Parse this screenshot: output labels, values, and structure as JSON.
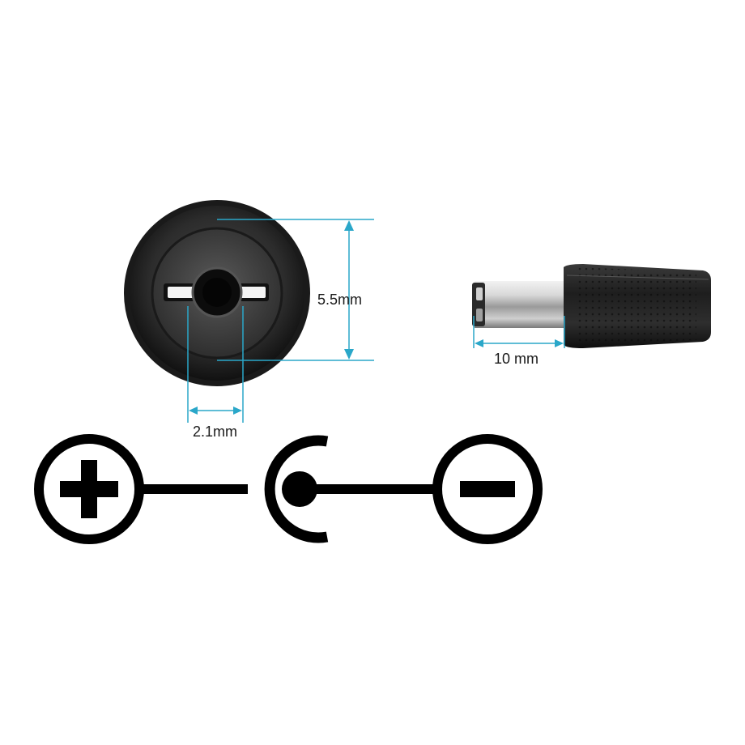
{
  "front_view": {
    "outer_diameter_label": "5.5mm",
    "inner_diameter_label": "2.1mm"
  },
  "side_view": {
    "length_label": "10 mm"
  },
  "colors": {
    "dimension_line": "#2aa7c9",
    "plug_body": "#222222",
    "metal_sleeve": "#c8c8c8",
    "symbol": "#000000"
  },
  "polarity_symbol": {
    "left_icon": "plus-icon",
    "center_icon": "center-pin-icon",
    "right_icon": "minus-icon"
  }
}
